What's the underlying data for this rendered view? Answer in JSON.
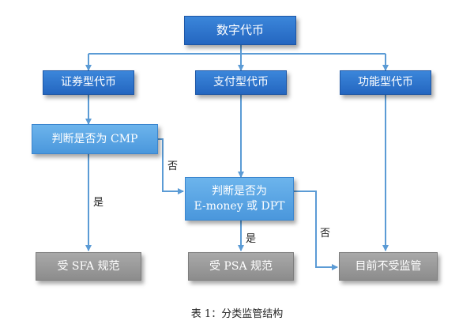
{
  "diagram": {
    "root": "数字代币",
    "categories": {
      "securities": "证券型代币",
      "payment": "支付型代币",
      "utility": "功能型代币"
    },
    "decision_cmp": "判断是否为 CMP",
    "decision_emoney_line1": "判断是否为",
    "decision_emoney_line2": "E-money 或 DPT",
    "outcomes": {
      "sfa": "受 SFA 规范",
      "psa": "受 PSA 规范",
      "none": "目前不受监管"
    },
    "edge_labels": {
      "cmp_yes": "是",
      "cmp_no": "否",
      "emoney_yes": "是",
      "emoney_no": "否"
    },
    "colors": {
      "dark_box": "#2466c0",
      "light_box": "#4a97dc",
      "gray_box": "#8c8c8c",
      "arrow": "#5b9bd5"
    }
  },
  "caption": "表 1：分类监管结构"
}
